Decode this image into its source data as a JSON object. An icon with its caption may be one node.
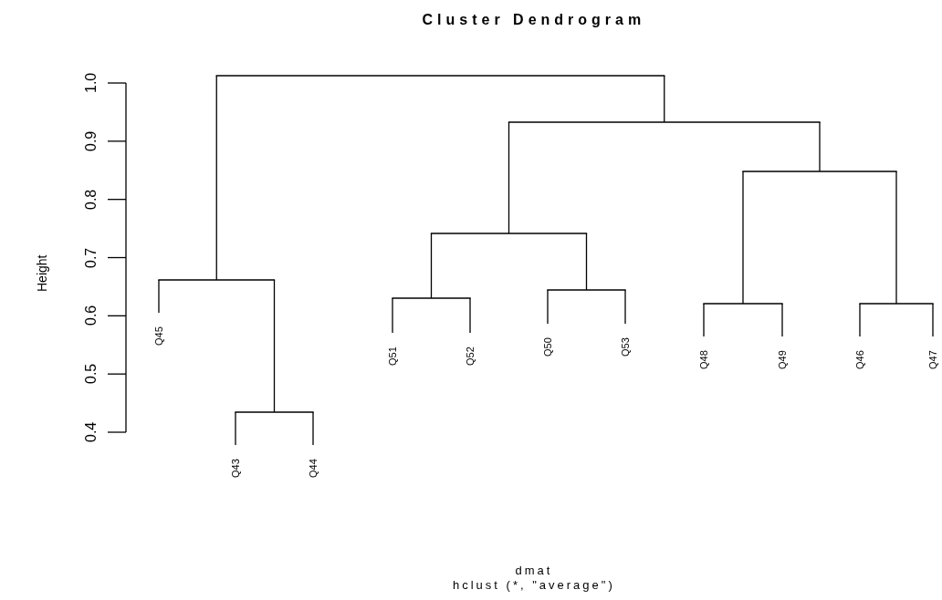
{
  "diagram": {
    "title": "Cluster Dendrogram",
    "nodes": [
      {
        "text": [
          "Q45"
        ]
      },
      {
        "text": [
          "Q43"
        ]
      },
      {
        "text": [
          "Q44"
        ]
      },
      {
        "text": [
          "Q51"
        ]
      },
      {
        "text": [
          "Q52"
        ]
      },
      {
        "text": [
          "Q50"
        ]
      },
      {
        "text": [
          "Q53"
        ]
      },
      {
        "text": [
          "Q48"
        ]
      },
      {
        "text": [
          "Q49"
        ]
      },
      {
        "text": [
          "Q46"
        ]
      },
      {
        "text": [
          "Q47"
        ]
      },
      {
        "text": [],
        "shape": "bar"
      },
      {
        "text": [],
        "shape": "bar"
      },
      {
        "text": [],
        "shape": "bar"
      },
      {
        "text": [],
        "shape": "bar"
      },
      {
        "text": [],
        "shape": "bar"
      },
      {
        "text": [],
        "shape": "bar"
      },
      {
        "text": [],
        "shape": "bar"
      },
      {
        "text": [],
        "shape": "bar"
      },
      {
        "text": [],
        "shape": "bar"
      },
      {
        "text": [],
        "shape": "bar"
      }
    ],
    "edges": [
      {
        "from": 12,
        "to": 0,
        "arrow": "none"
      },
      {
        "from": 11,
        "to": 1,
        "arrow": "none"
      },
      {
        "from": 11,
        "to": 2,
        "arrow": "none"
      },
      {
        "from": 12,
        "to": 11,
        "arrow": "none"
      },
      {
        "from": 13,
        "to": 3,
        "arrow": "none"
      },
      {
        "from": 13,
        "to": 4,
        "arrow": "none"
      },
      {
        "from": 14,
        "to": 5,
        "arrow": "none"
      },
      {
        "from": 14,
        "to": 6,
        "arrow": "none"
      },
      {
        "from": 15,
        "to": 13,
        "arrow": "none"
      },
      {
        "from": 15,
        "to": 14,
        "arrow": "none"
      },
      {
        "from": 16,
        "to": 7,
        "arrow": "none"
      },
      {
        "from": 16,
        "to": 8,
        "arrow": "none"
      },
      {
        "from": 17,
        "to": 9,
        "arrow": "none"
      },
      {
        "from": 17,
        "to": 10,
        "arrow": "none"
      },
      {
        "from": 18,
        "to": 16,
        "arrow": "none"
      },
      {
        "from": 18,
        "to": 17,
        "arrow": "none"
      },
      {
        "from": 19,
        "to": 15,
        "arrow": "none"
      },
      {
        "from": 19,
        "to": 18,
        "arrow": "none"
      },
      {
        "from": 20,
        "to": 12,
        "arrow": "none"
      },
      {
        "from": 20,
        "to": 19,
        "arrow": "none"
      }
    ],
    "labels": [
      "1.0",
      "0.9",
      "0.8",
      "0.7",
      "0.6",
      "0.5",
      "0.4",
      "Height",
      "dmat",
      "hclust (*, \"average\")"
    ]
  }
}
